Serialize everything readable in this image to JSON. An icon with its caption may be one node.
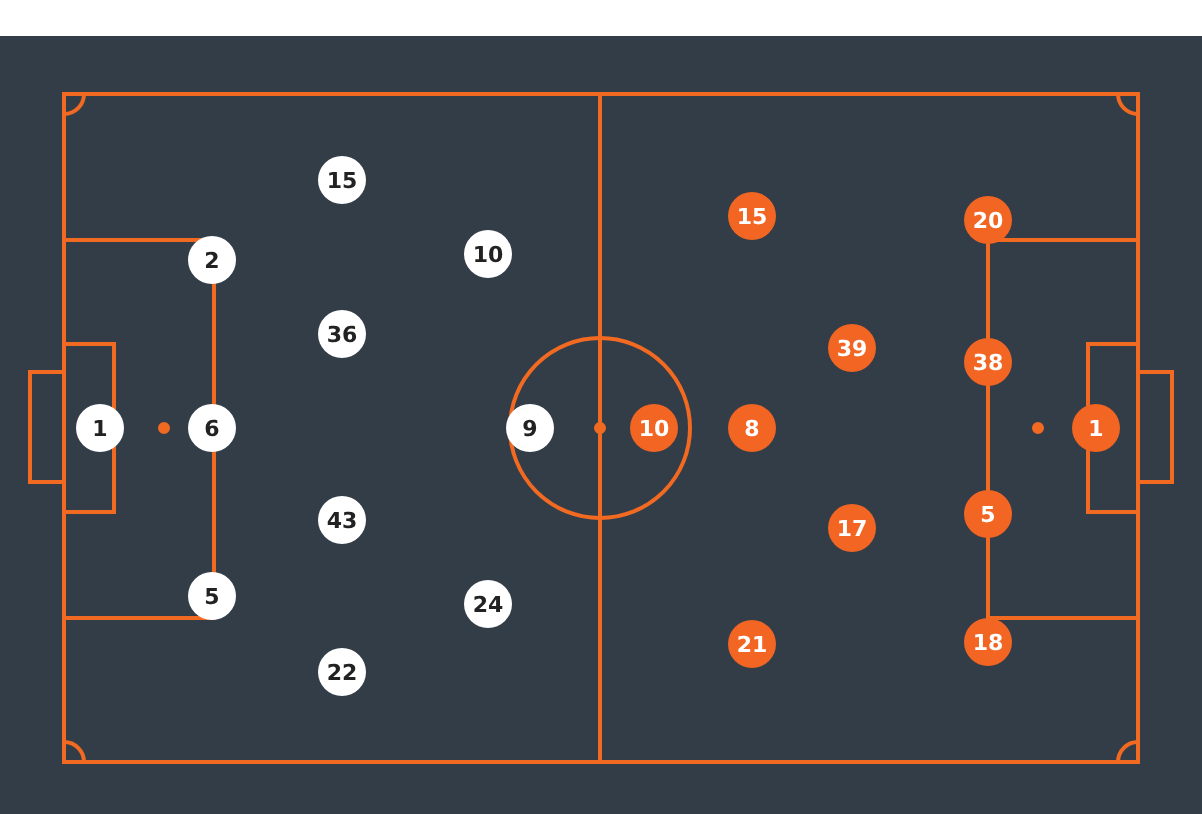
{
  "diagram": {
    "nodes": [
      {
        "text": [
          "1"
        ]
      },
      {
        "text": [
          "2"
        ]
      },
      {
        "text": [
          "6"
        ]
      },
      {
        "text": [
          "5"
        ]
      },
      {
        "text": [
          "15"
        ]
      },
      {
        "text": [
          "36"
        ]
      },
      {
        "text": [
          "43"
        ]
      },
      {
        "text": [
          "22"
        ]
      },
      {
        "text": [
          "10"
        ]
      },
      {
        "text": [
          "24"
        ]
      },
      {
        "text": [
          "9"
        ]
      },
      {
        "text": [
          "10"
        ]
      },
      {
        "text": [
          "15"
        ]
      },
      {
        "text": [
          "8"
        ]
      },
      {
        "text": [
          "21"
        ]
      },
      {
        "text": [
          "39"
        ]
      },
      {
        "text": [
          "17"
        ]
      },
      {
        "text": [
          "20"
        ]
      },
      {
        "text": [
          "38"
        ]
      },
      {
        "text": [
          "5"
        ]
      },
      {
        "text": [
          "18"
        ]
      },
      {
        "text": [
          "1"
        ]
      }
    ]
  }
}
